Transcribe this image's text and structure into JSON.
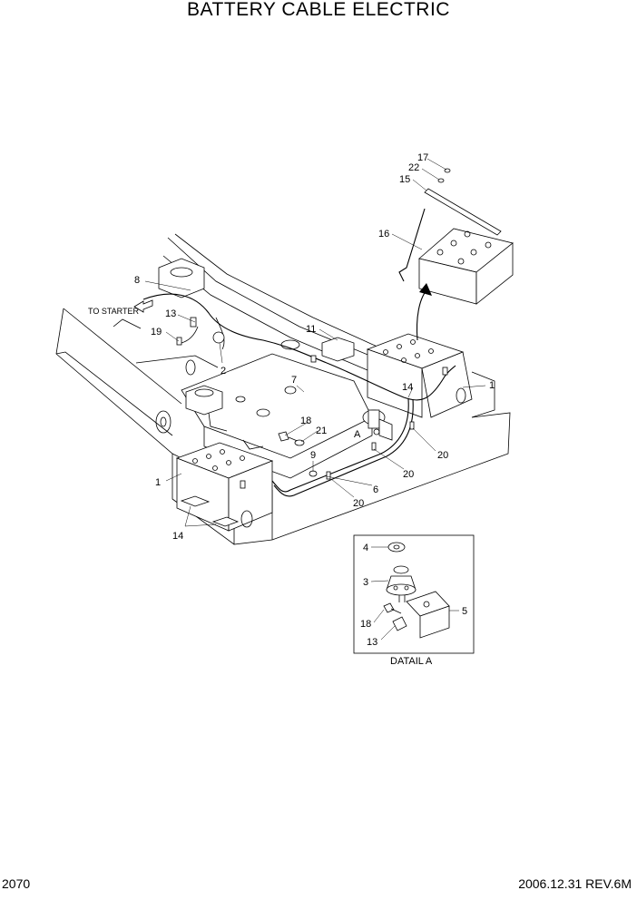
{
  "title": "BATTERY CABLE ELECTRIC",
  "page_number": "2070",
  "revision": "2006.12.31  REV.6M",
  "detail_caption": "DATAIL A",
  "annotations": {
    "to_starter": "TO STARTER",
    "detail_marker": "A"
  },
  "callouts": {
    "c1a": "1",
    "c1b": "1",
    "c2": "2",
    "c3": "3",
    "c4": "4",
    "c5": "5",
    "c6": "6",
    "c7": "7",
    "c8": "8",
    "c9": "9",
    "c11": "11",
    "c13a": "13",
    "c13b": "13",
    "c14a": "14",
    "c14b": "14",
    "c15": "15",
    "c16": "16",
    "c17": "17",
    "c18a": "18",
    "c18b": "18",
    "c19": "19",
    "c20a": "20",
    "c20b": "20",
    "c20c": "20",
    "c21": "21",
    "c22": "22"
  }
}
